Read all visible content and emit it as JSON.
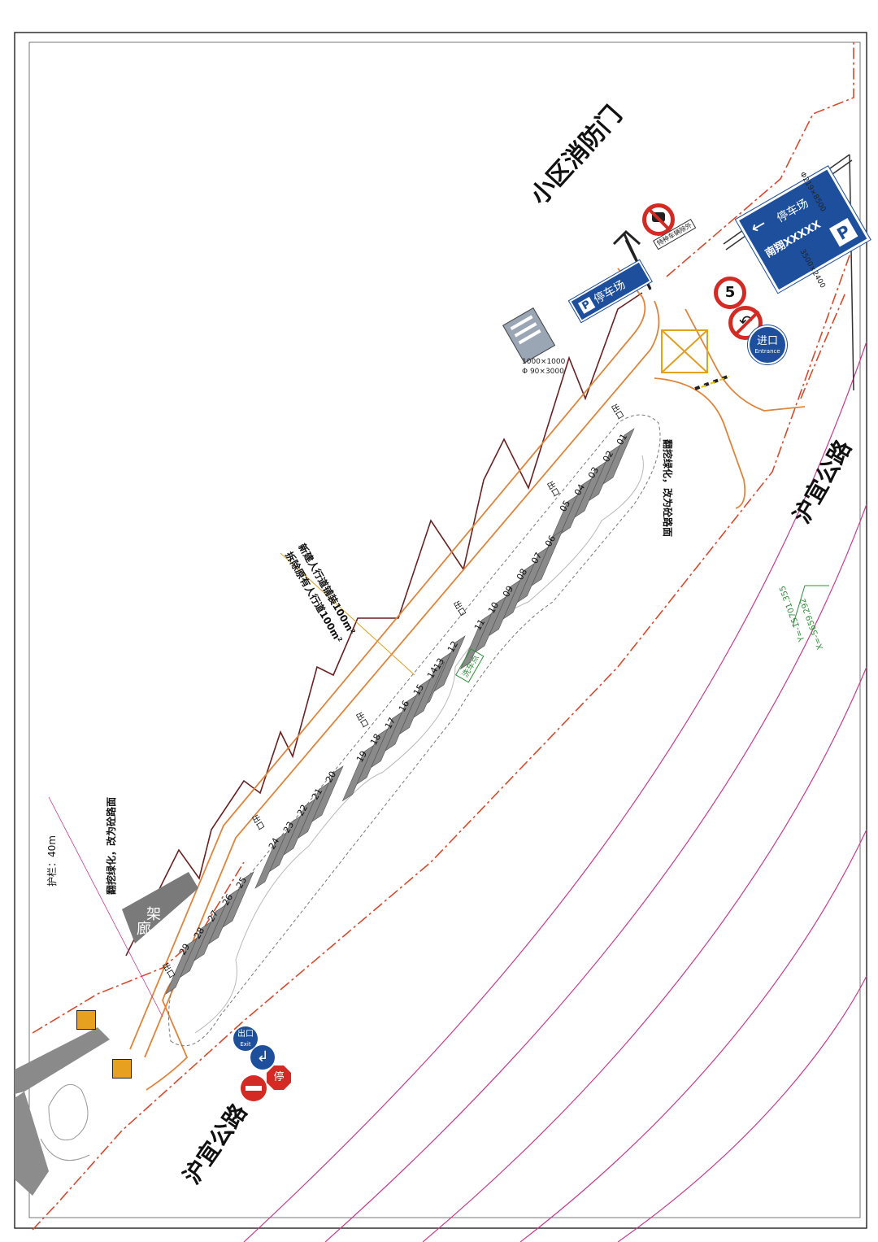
{
  "labels": {
    "fire_gate": "小区消防门",
    "road_right": "沪宜公路",
    "road_left": "沪宜公路",
    "parking_sign": "停车场",
    "parking_sign_letter": "P",
    "big_sign_text_1": "停车场",
    "big_sign_text_2": "南翔XXXXX",
    "big_sign_size": "3500×2400",
    "pole_spec": "Φ219×8500",
    "speed_limit": "5",
    "entrance_cn": "进口",
    "entrance_en": "Entrance",
    "exit_cn": "出口",
    "exit_en": "Exit",
    "stop_sign": "停",
    "no_entry": "—",
    "gantry_note": "特种车辆除外",
    "info_sign_size_1": "1000×1000",
    "info_sign_size_2": "Φ 90×3000",
    "green_note_right": "翻挖绿化，改为砼路面",
    "green_note_left": "翻挖绿化，改为砼路面",
    "guardrail": "护栏：40m",
    "corridor_1": "廊",
    "corridor_2": "架",
    "car_wash": "洗车点",
    "sidewalk_note_1": "新建人行道铺装100m²",
    "sidewalk_note_2": "拆除原有人行道100m²",
    "exit_marking": "出口",
    "coord_y": "Y=-15701.355",
    "coord_x": "X=-5659.292",
    "stall_numbers": [
      "01",
      "02",
      "03",
      "04",
      "05",
      "06",
      "07",
      "08",
      "09",
      "10",
      "11",
      "12",
      "13",
      "14",
      "15",
      "16",
      "17",
      "18",
      "19",
      "20",
      "21",
      "22",
      "23",
      "24",
      "25",
      "26",
      "27",
      "28",
      "29"
    ]
  },
  "colors": {
    "boundary": "#d9482b",
    "road_curve": "#c93a8e",
    "wall": "#6b1f1f",
    "curb": "#e0843a",
    "sign_blue": "#1d4f9c",
    "sign_red": "#d42a23",
    "stall_fill": "#8a8a8a",
    "coord_green": "#2f8f3a"
  }
}
